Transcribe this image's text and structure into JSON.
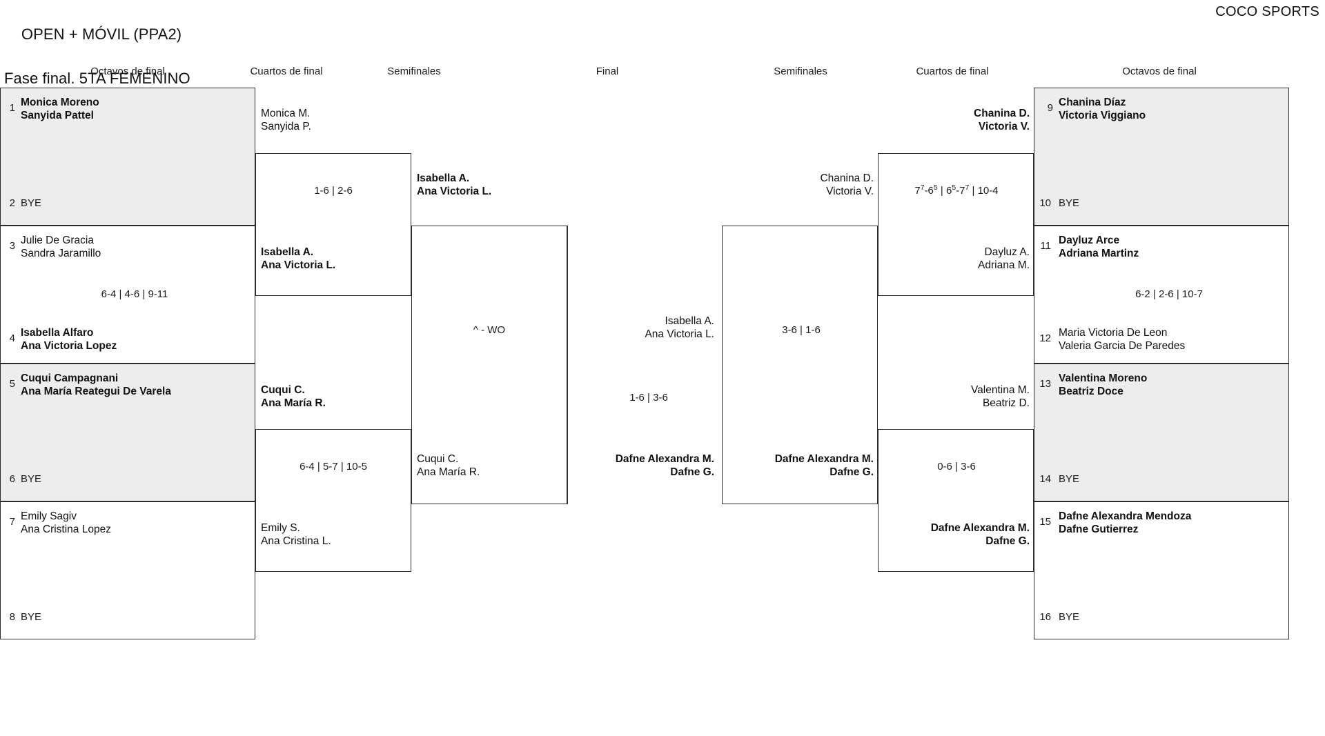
{
  "header": {
    "title_line1": "OPEN + MÓVIL (PPA2)",
    "title_line2": "Fase final. 5TA FEMENINO",
    "brand": "COCO SPORTS"
  },
  "round_headers": [
    {
      "label": "Octavos de final"
    },
    {
      "label": "Cuartos de final"
    },
    {
      "label": "Semifinales"
    },
    {
      "label": "Final"
    },
    {
      "label": "Semifinales"
    },
    {
      "label": "Cuartos de final"
    },
    {
      "label": "Octavos de final"
    }
  ],
  "left": {
    "round16": [
      {
        "seed": "1",
        "line1": "Monica Moreno",
        "line2": "Sanyida Pattel",
        "winner": true
      },
      {
        "seed": "2",
        "bye": "BYE"
      },
      {
        "seed": "3",
        "line1": "Julie De Gracia",
        "line2": "Sandra Jaramillo",
        "winner": false
      },
      {
        "seed": "4",
        "line1": "Isabella Alfaro",
        "line2": "Ana Victoria Lopez",
        "winner": true
      },
      {
        "seed": "5",
        "line1": "Cuqui Campagnani",
        "line2": "Ana María Reategui De Varela",
        "winner": true
      },
      {
        "seed": "6",
        "bye": "BYE"
      },
      {
        "seed": "7",
        "line1": "Emily Sagiv",
        "line2": "Ana Cristina Lopez",
        "winner": false
      },
      {
        "seed": "8",
        "bye": "BYE"
      }
    ],
    "round16_scores": [
      {
        "value": "6-4 | 4-6 | 9-11"
      }
    ],
    "quarters": [
      {
        "line1": "Monica M.",
        "line2": "Sanyida P.",
        "winner": false
      },
      {
        "line1": "Isabella A.",
        "line2": "Ana Victoria L.",
        "winner": true
      },
      {
        "line1": "Cuqui C.",
        "line2": "Ana María R.",
        "winner": true
      },
      {
        "line1": "Emily S.",
        "line2": "Ana Cristina L.",
        "winner": false
      }
    ],
    "quarter_scores": [
      {
        "value": "1-6 | 2-6"
      },
      {
        "value": "6-4 | 5-7 | 10-5"
      }
    ],
    "semis": [
      {
        "line1": "Isabella A.",
        "line2": "Ana Victoria L.",
        "winner": true
      },
      {
        "line1": "Cuqui C.",
        "line2": "Ana María R.",
        "winner": false
      }
    ],
    "semi_scores": [
      {
        "value": "^ - WO"
      }
    ]
  },
  "right": {
    "round16": [
      {
        "seed": "9",
        "line1": "Chanina Díaz",
        "line2": "Victoria Viggiano",
        "winner": true
      },
      {
        "seed": "10",
        "bye": "BYE"
      },
      {
        "seed": "11",
        "line1": "Dayluz Arce",
        "line2": "Adriana Martinz",
        "winner": true
      },
      {
        "seed": "12",
        "line1": "Maria Victoria De Leon",
        "line2": "Valeria Garcia De Paredes",
        "winner": false
      },
      {
        "seed": "13",
        "line1": "Valentina Moreno",
        "line2": "Beatriz Doce",
        "winner": true
      },
      {
        "seed": "14",
        "bye": "BYE"
      },
      {
        "seed": "15",
        "line1": "Dafne Alexandra Mendoza",
        "line2": "Dafne Gutierrez",
        "winner": true
      },
      {
        "seed": "16",
        "bye": "BYE"
      }
    ],
    "round16_scores": [
      {
        "value": "6-2 | 2-6 | 10-7"
      }
    ],
    "quarters": [
      {
        "line1": "Chanina D.",
        "line2": "Victoria V.",
        "winner": true
      },
      {
        "line1": "Dayluz A.",
        "line2": "Adriana M.",
        "winner": false
      },
      {
        "line1": "Valentina M.",
        "line2": "Beatriz D.",
        "winner": false
      },
      {
        "line1": "Dafne Alexandra M.",
        "line2": "Dafne G.",
        "winner": true
      }
    ],
    "quarter_scores": [
      {
        "value": "7",
        "sup1": "7",
        "mid": "-6",
        "sup2": "5",
        "tail": " | 6",
        "sup3": "5",
        "tail2": "-7",
        "sup4": "7",
        "tail3": " | 10-4",
        "plain": "7⁷-6⁵ | 6⁵-7⁷ | 10-4"
      },
      {
        "value": "0-6 | 3-6"
      }
    ],
    "semis": [
      {
        "line1": "Chanina D.",
        "line2": "Victoria V.",
        "winner": false
      },
      {
        "line1": "Dafne Alexandra M.",
        "line2": "Dafne G.",
        "winner": true
      }
    ],
    "semi_scores": [
      {
        "value": "3-6 | 1-6"
      }
    ]
  },
  "final": {
    "competitors": [
      {
        "line1": "Isabella A.",
        "line2": "Ana Victoria L.",
        "winner": false
      },
      {
        "line1": "Dafne Alexandra M.",
        "line2": "Dafne G.",
        "winner": true
      }
    ],
    "score": "1-6 | 3-6"
  },
  "colors": {
    "row_shade": "#ededed",
    "line": "#2b2b2b",
    "text": "#111111",
    "background": "#ffffff"
  }
}
